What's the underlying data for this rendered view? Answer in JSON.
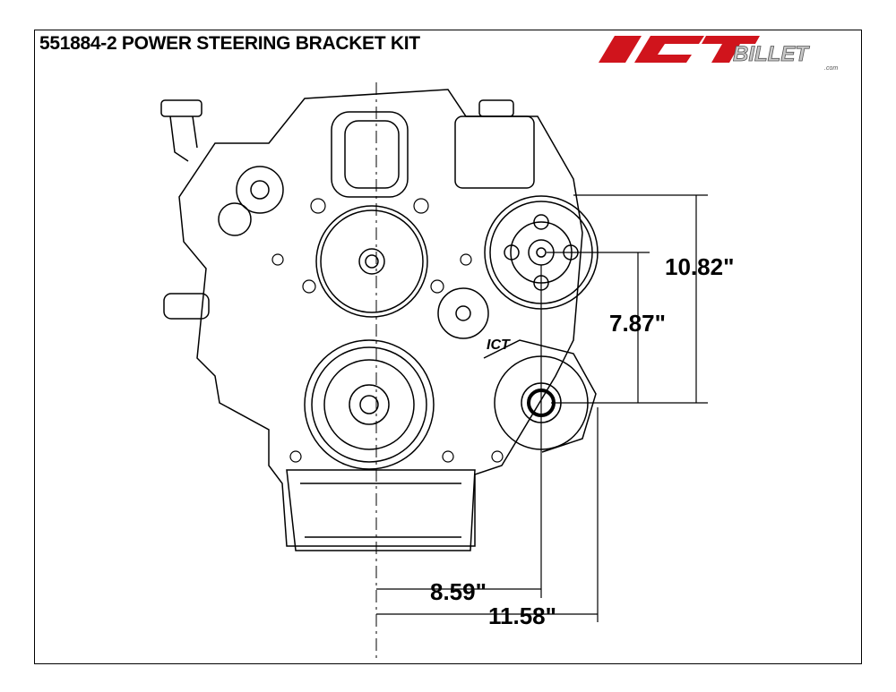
{
  "title": "551884-2 POWER STEERING BRACKET KIT",
  "logo": {
    "main": "ICT",
    "sub": "BILLET",
    "suffix": ".com",
    "colors": {
      "red": "#d0141c",
      "gray": "#c8c8c8"
    }
  },
  "dimensions": {
    "ps_height": "10.82\"",
    "alt_to_ps_height": "7.87\"",
    "ps_offset": "8.59\"",
    "bracket_offset": "11.58\""
  },
  "bracket_mark": "ICT"
}
